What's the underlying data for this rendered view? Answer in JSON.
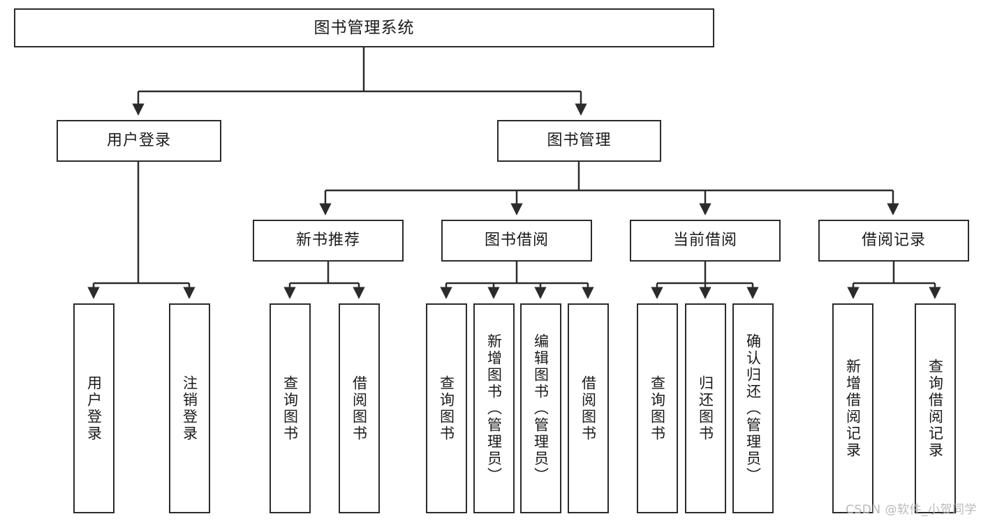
{
  "diagram": {
    "type": "tree-hierarchy-chart",
    "title": "图书管理系统",
    "watermark": "CSDN @软件_小贺同学",
    "colors": {
      "box_border": "#2b2b2b",
      "box_fill": "#ffffff",
      "connector": "#2b2b2b",
      "text": "#1a1a1a",
      "watermark": "#b9b9b9"
    },
    "nodes": {
      "root": {
        "label": "图书管理系统"
      },
      "level2": [
        {
          "label": "用户登录"
        },
        {
          "label": "图书管理"
        }
      ],
      "level3": [
        {
          "label": "新书推荐"
        },
        {
          "label": "图书借阅"
        },
        {
          "label": "当前借阅"
        },
        {
          "label": "借阅记录"
        }
      ],
      "leaves": {
        "user_login": [
          {
            "label": "用户登录"
          },
          {
            "label": "注销登录"
          }
        ],
        "new_book_recommend": [
          {
            "label": "查询图书"
          },
          {
            "label": "借阅图书"
          }
        ],
        "book_borrow": [
          {
            "label": "查询图书"
          },
          {
            "label": "新增图书（管理员）"
          },
          {
            "label": "编辑图书（管理员）"
          },
          {
            "label": "借阅图书"
          }
        ],
        "current_borrow": [
          {
            "label": "查询图书"
          },
          {
            "label": "归还图书"
          },
          {
            "label": "确认归还（管理员）"
          }
        ],
        "borrow_record": [
          {
            "label": "新增借阅记录"
          },
          {
            "label": "查询借阅记录"
          }
        ]
      }
    }
  }
}
